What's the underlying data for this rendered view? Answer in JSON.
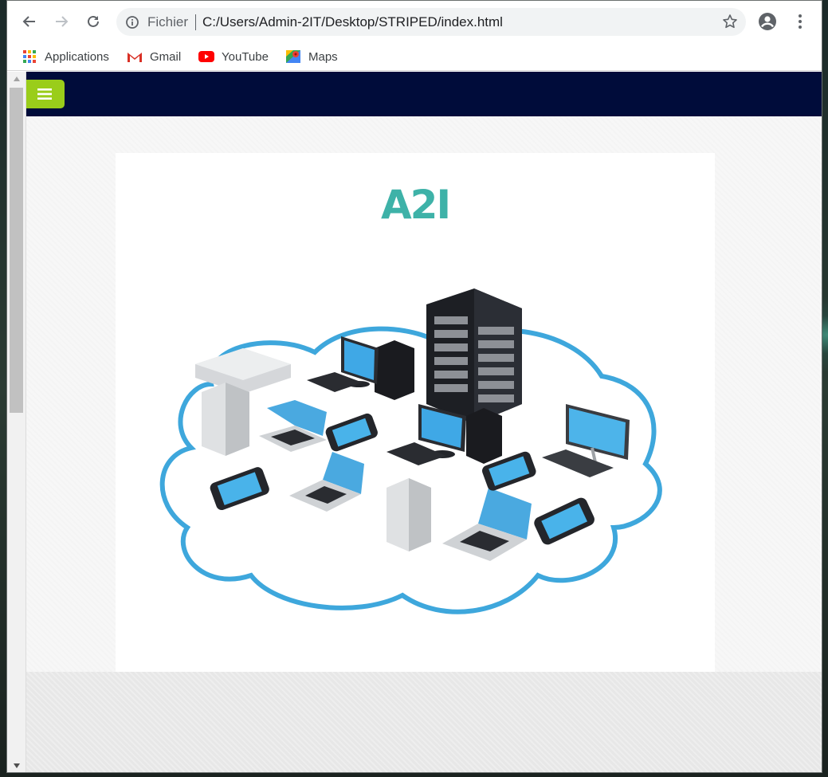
{
  "browser": {
    "scheme_label": "Fichier",
    "url": "C:/Users/Admin-2IT/Desktop/STRIPED/index.html",
    "icons": {
      "back": "arrow-left-icon",
      "forward": "arrow-right-icon",
      "reload": "reload-icon",
      "info": "info-icon",
      "star": "star-icon",
      "account": "account-icon",
      "menu": "vertical-dots-icon"
    }
  },
  "bookmarks": [
    {
      "label": "Applications",
      "icon": "apps-grid-icon"
    },
    {
      "label": "Gmail",
      "icon": "gmail-icon"
    },
    {
      "label": "YouTube",
      "icon": "youtube-icon"
    },
    {
      "label": "Maps",
      "icon": "maps-icon"
    }
  ],
  "page": {
    "nav": {
      "menu_icon": "hamburger-icon",
      "accent_color": "#9acd1a",
      "bar_color": "#000c3a"
    },
    "logo_text": "A2I",
    "logo_color": "#3eb2a8",
    "hero_image": "cloud-network-illustration"
  }
}
